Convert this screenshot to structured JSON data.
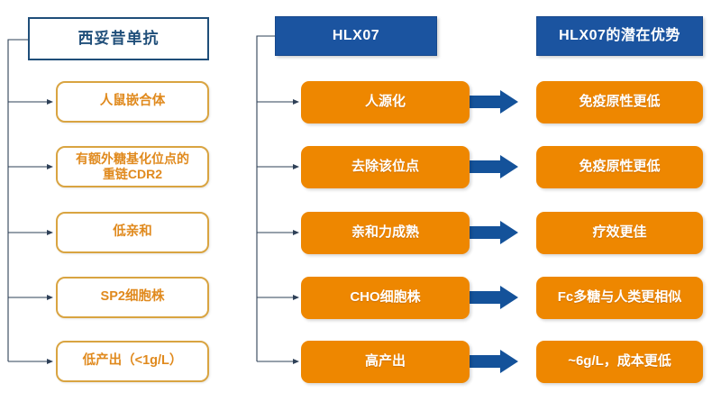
{
  "diagram": {
    "title_left": "西妥昔单抗",
    "title_mid": "HLX07",
    "title_right": "HLX07的潜在优势",
    "colors": {
      "navy": "#1b54a0",
      "navy_border": "#1f4e79",
      "orange": "#ee8700",
      "orange_text": "#e08a1e",
      "tan_border": "#d9a441",
      "arrow_line": "#2e4057",
      "block_arrow": "#14529a",
      "background": "#ffffff"
    },
    "columns": {
      "left": {
        "header": "西妥昔单抗",
        "items": [
          {
            "label": "人鼠嵌合体"
          },
          {
            "label": "有额外糖基化位点的\n重链CDR2"
          },
          {
            "label": "低亲和"
          },
          {
            "label": "SP2细胞株"
          },
          {
            "label": "低产出（<1g/L）"
          }
        ]
      },
      "middle": {
        "header": "HLX07",
        "items": [
          {
            "label": "人源化"
          },
          {
            "label": "去除该位点"
          },
          {
            "label": "亲和力成熟"
          },
          {
            "label": "CHO细胞株"
          },
          {
            "label": "高产出"
          }
        ]
      },
      "right": {
        "header": "HLX07的潜在优势",
        "items": [
          {
            "label": "免疫原性更低"
          },
          {
            "label": "免疫原性更低"
          },
          {
            "label": "疗效更佳"
          },
          {
            "label": "Fc多糖与人类更相似"
          },
          {
            "label": "~6g/L，成本更低"
          }
        ]
      }
    },
    "block_arrows": [
      {
        "row": 1,
        "icon": "right-block-arrow-icon"
      },
      {
        "row": 2,
        "icon": "right-block-arrow-icon"
      },
      {
        "row": 3,
        "icon": "right-block-arrow-icon"
      },
      {
        "row": 4,
        "icon": "right-block-arrow-icon"
      },
      {
        "row": 5,
        "icon": "right-block-arrow-icon"
      }
    ]
  }
}
